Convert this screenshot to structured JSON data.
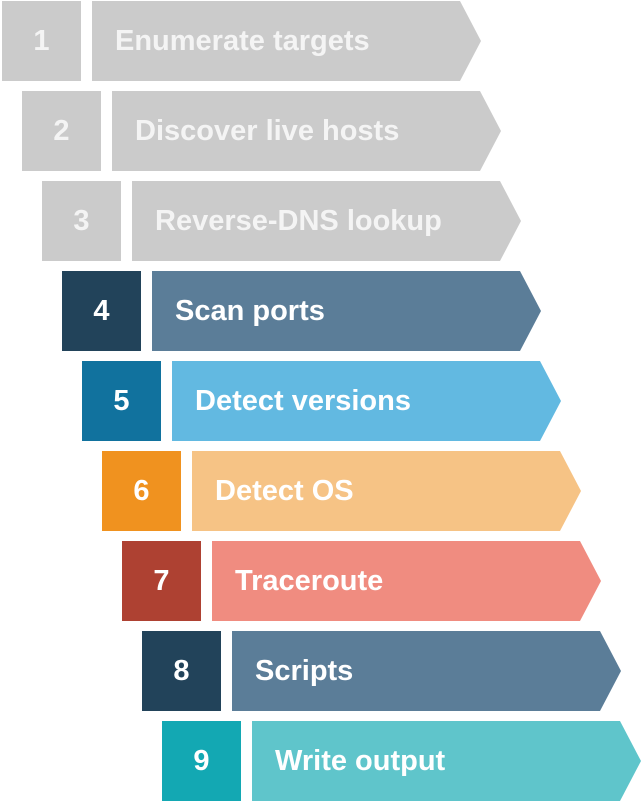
{
  "steps": [
    {
      "number": "1",
      "label": "Enumerate targets",
      "state": "inactive",
      "box_color": "#cbcbcb",
      "arrow_color": "#cbcbcb"
    },
    {
      "number": "2",
      "label": "Discover live hosts",
      "state": "inactive",
      "box_color": "#cbcbcb",
      "arrow_color": "#cbcbcb"
    },
    {
      "number": "3",
      "label": "Reverse-DNS lookup",
      "state": "inactive",
      "box_color": "#cbcbcb",
      "arrow_color": "#cbcbcb"
    },
    {
      "number": "4",
      "label": "Scan ports",
      "state": "active",
      "box_color": "#22435a",
      "arrow_color": "#5b7d98"
    },
    {
      "number": "5",
      "label": "Detect versions",
      "state": "active",
      "box_color": "#11729e",
      "arrow_color": "#62b9e1"
    },
    {
      "number": "6",
      "label": "Detect OS",
      "state": "active",
      "box_color": "#f0921f",
      "arrow_color": "#f6c385"
    },
    {
      "number": "7",
      "label": "Traceroute",
      "state": "active",
      "box_color": "#ae4132",
      "arrow_color": "#f08c80"
    },
    {
      "number": "8",
      "label": "Scripts",
      "state": "active",
      "box_color": "#22435a",
      "arrow_color": "#5b7d98"
    },
    {
      "number": "9",
      "label": "Write output",
      "state": "active",
      "box_color": "#13a8b3",
      "arrow_color": "#5fc5cb"
    }
  ]
}
